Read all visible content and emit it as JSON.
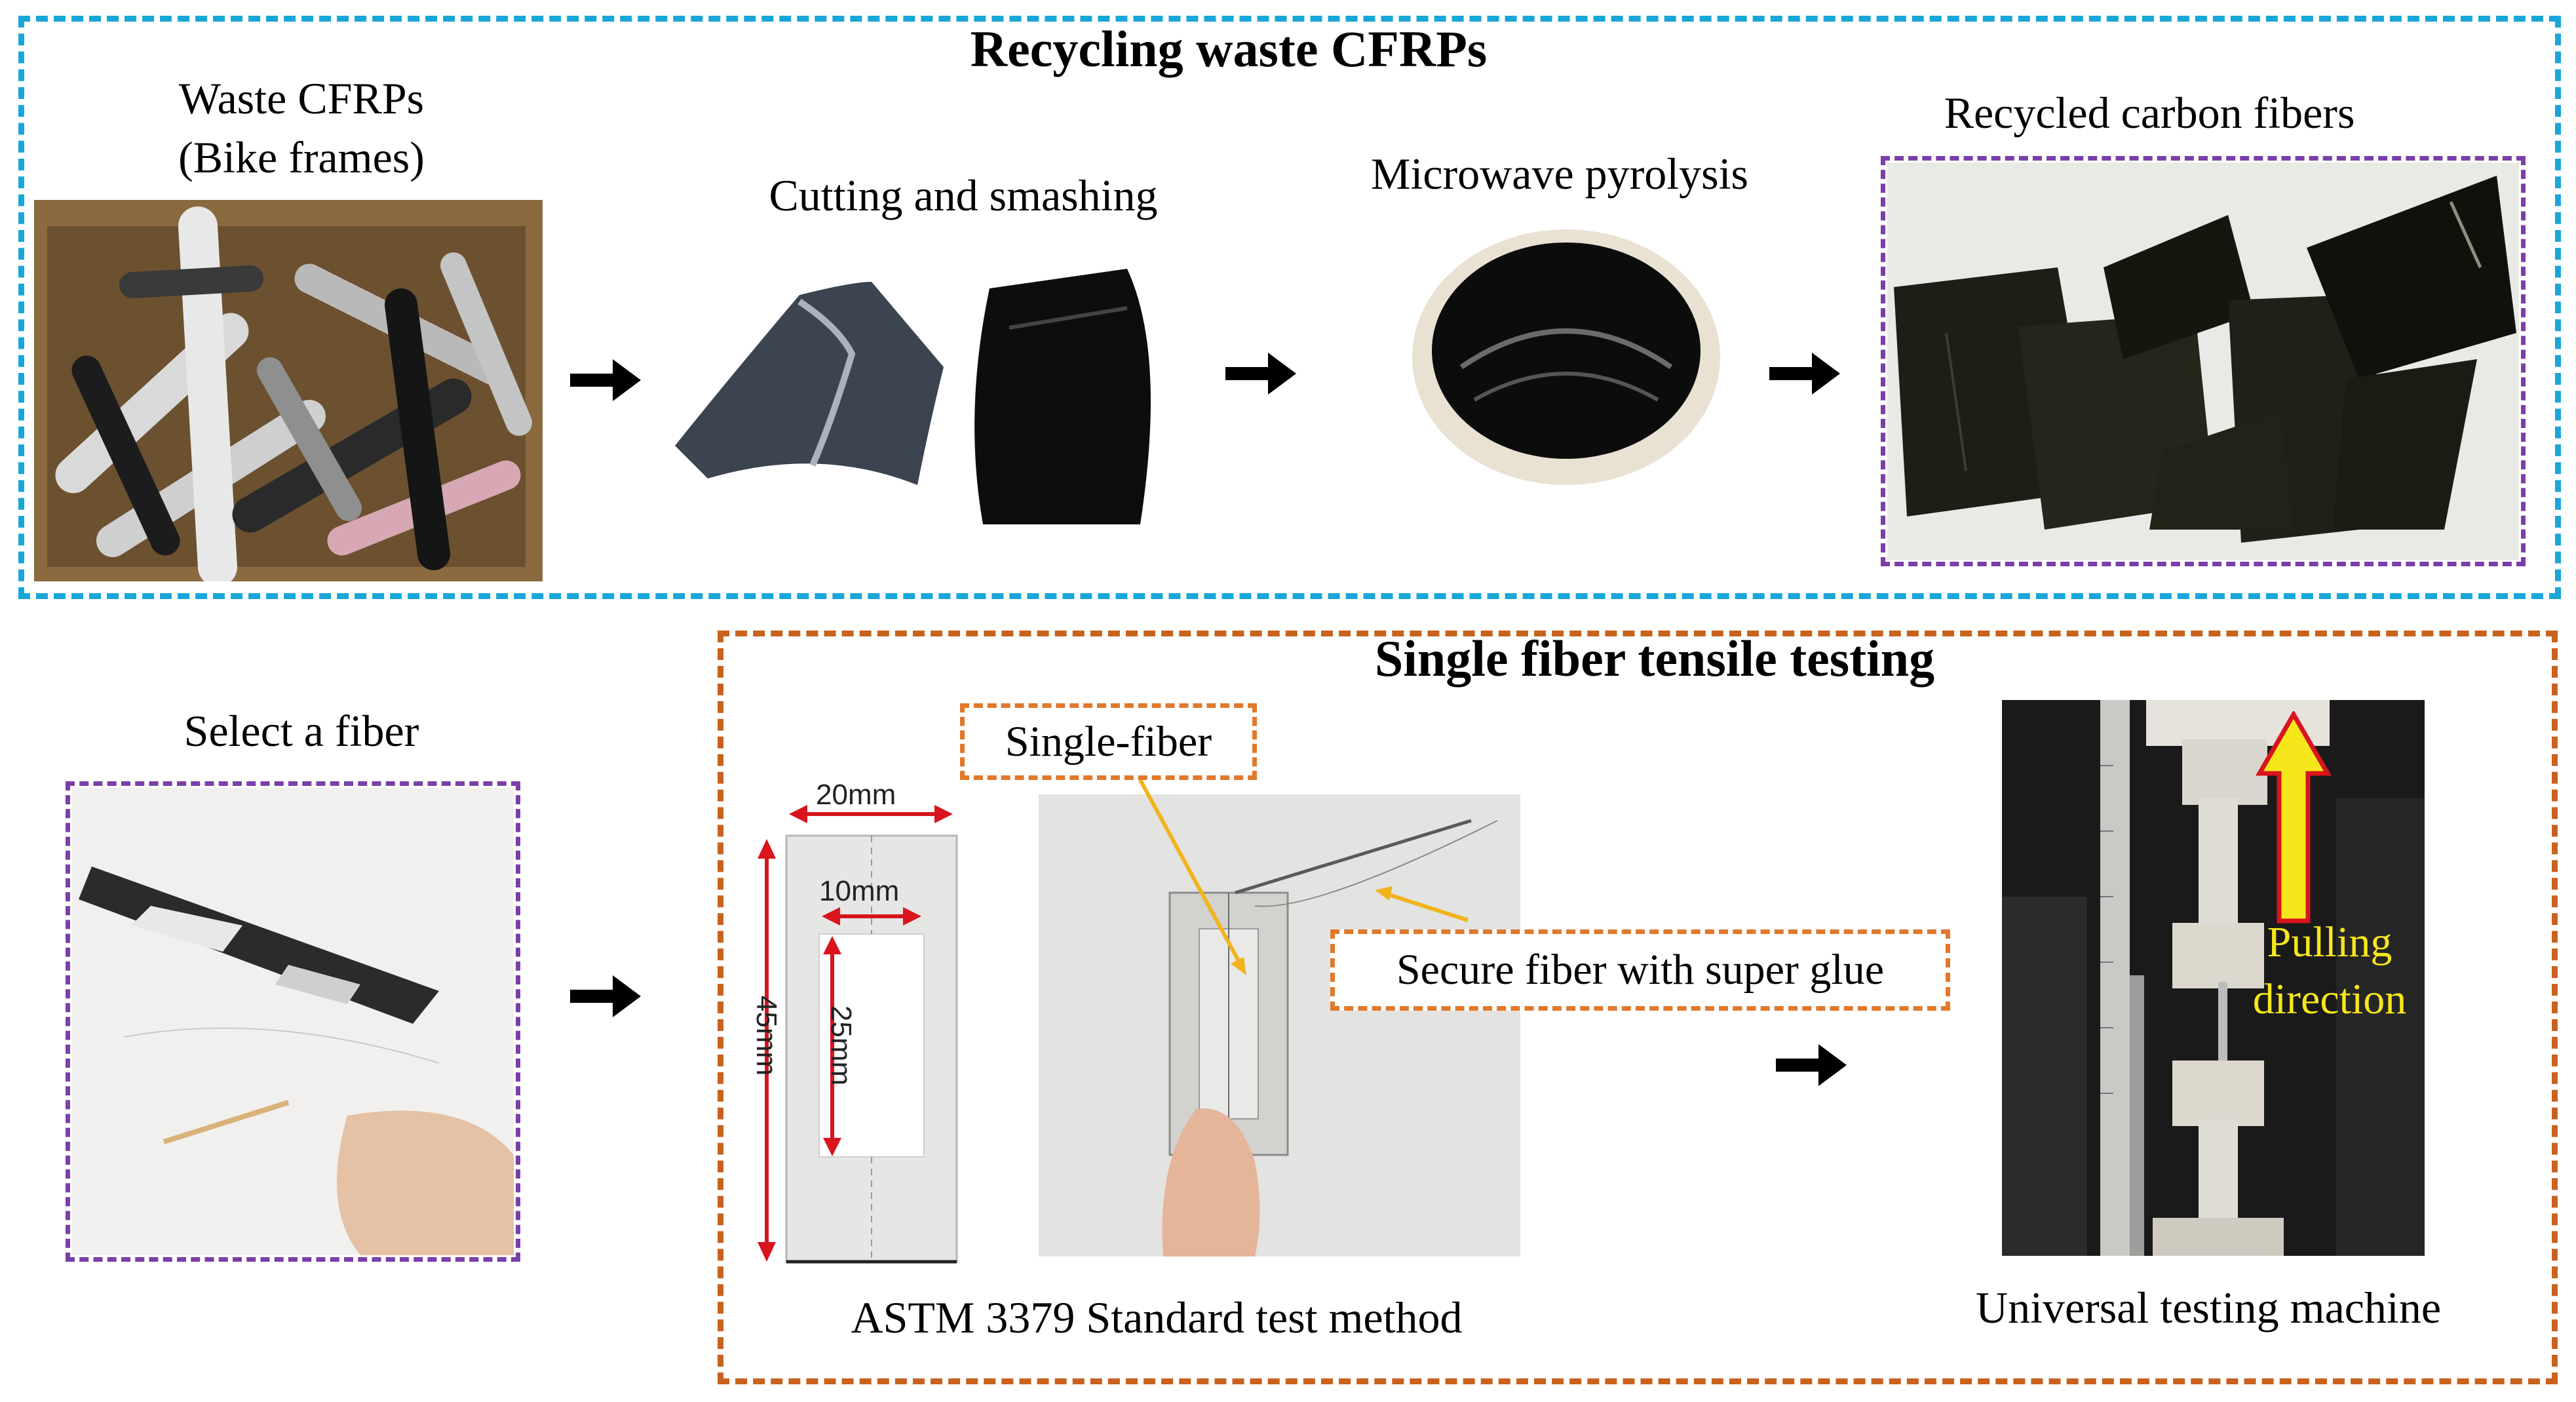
{
  "top_panel": {
    "title": "Recycling  waste CFRPs",
    "steps": {
      "waste_line1": "Waste CFRPs",
      "waste_line2": "(Bike frames)",
      "cutting": "Cutting and smashing",
      "pyrolysis": "Microwave pyrolysis",
      "recycled": "Recycled carbon fibers"
    }
  },
  "bottom_panel": {
    "title": "Single fiber tensile testing",
    "select_label": "Select a fiber",
    "single_fiber": "Single-fiber",
    "secure_fiber": "Secure fiber with super glue",
    "astm_label": "ASTM 3379 Standard test method",
    "utm_label": "Universal testing machine",
    "pulling_line1": "Pulling",
    "pulling_line2": "direction",
    "dimensions": {
      "width_outer": "20mm",
      "width_inner": "10mm",
      "length_outer": "45mm",
      "length_inner": "25mm"
    }
  },
  "colors": {
    "top_border": "#1aa6d8",
    "bottom_border": "#c8621e",
    "frame_border": "#7a3fa8",
    "callout_border": "#e0792c",
    "dimension_arrow": "#d8141c",
    "pulling_arrow": "#f6e61c"
  }
}
